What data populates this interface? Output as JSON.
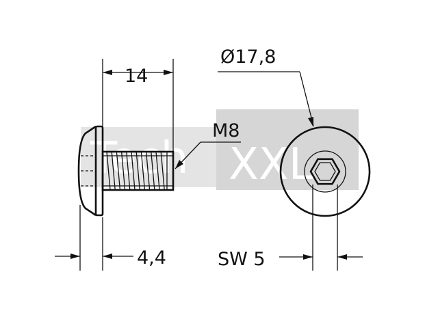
{
  "dimensions": {
    "length": "14",
    "diameter": "Ø17,8",
    "thread": "M8",
    "head_height": "4,4",
    "hex_socket": "SW 5"
  },
  "watermark": {
    "text_left": "Tech",
    "text_right": "XXL"
  },
  "colors": {
    "line": "#111111",
    "watermark_box": "#dcdcdc",
    "watermark_text": "#ffffff"
  }
}
